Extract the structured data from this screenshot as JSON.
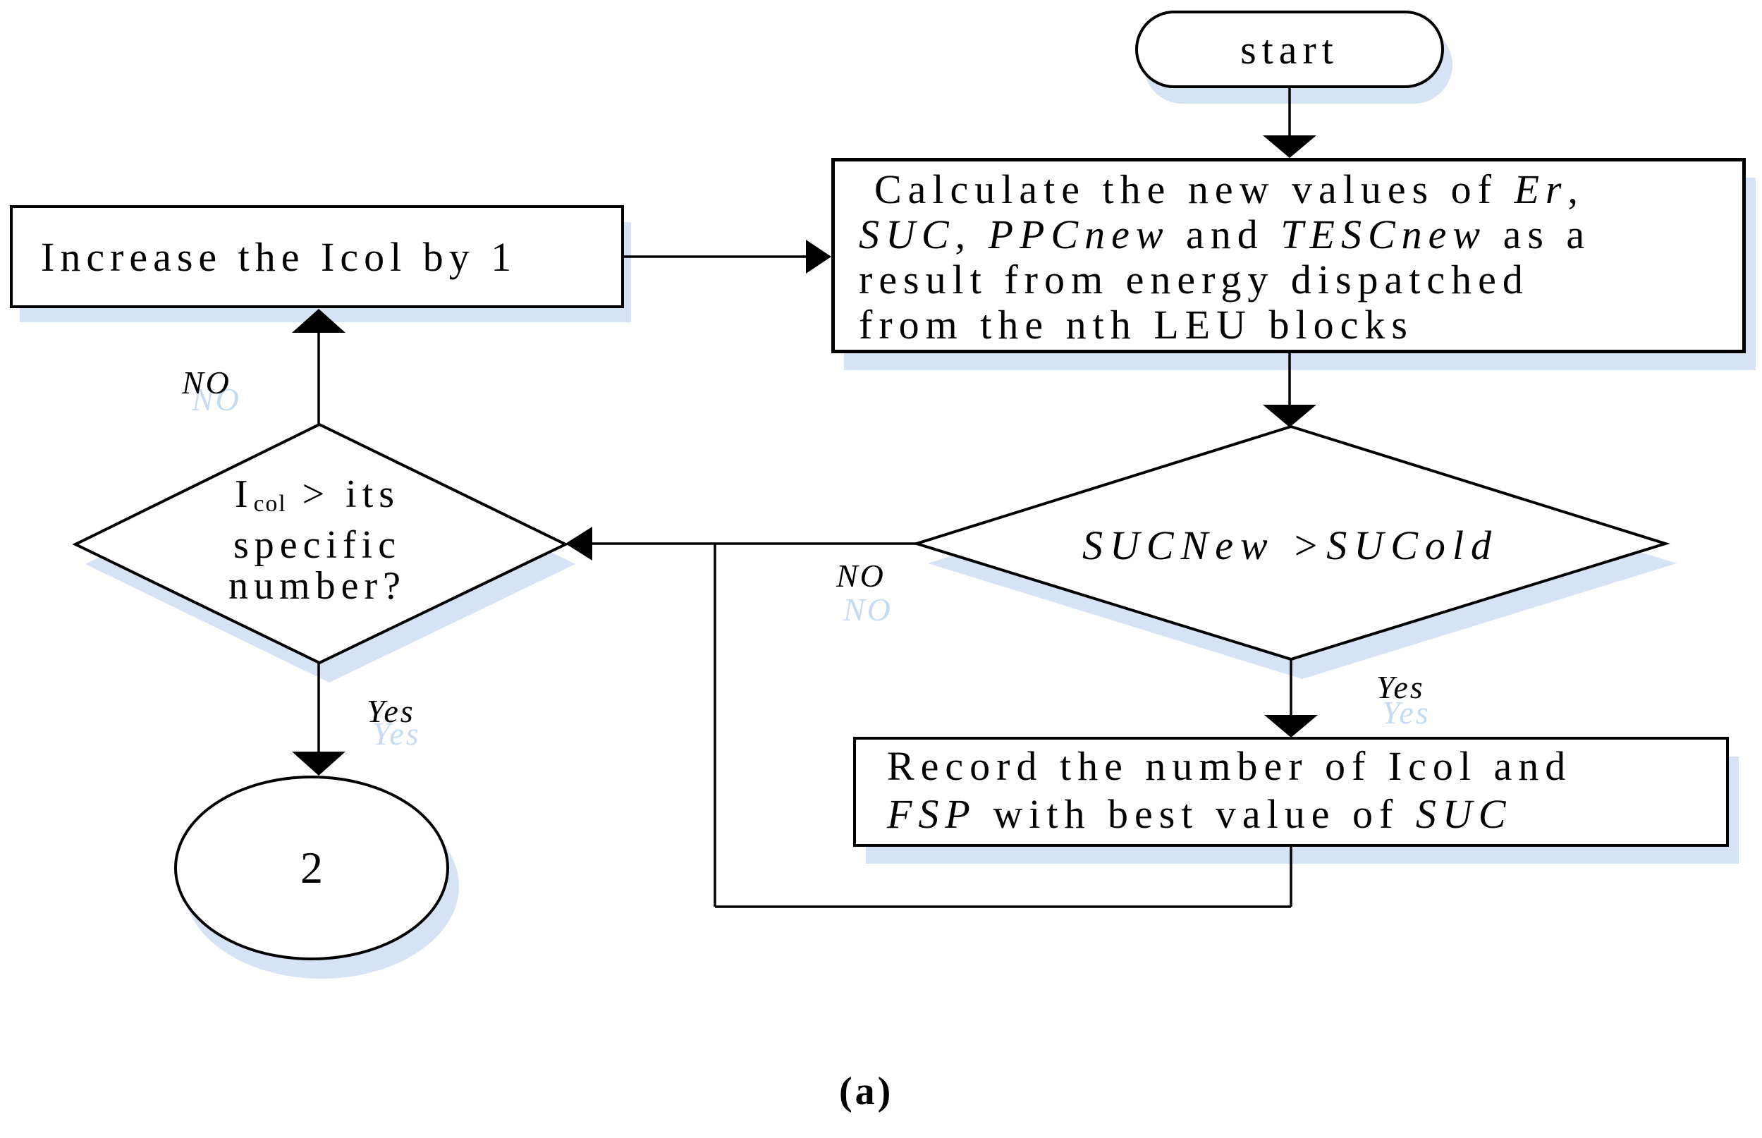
{
  "colors": {
    "stroke": "#000000",
    "shape_shadow": "#d6e3f4",
    "label_shadow": "#c6dbf2",
    "background": "#ffffff"
  },
  "nodes": {
    "start": {
      "label": "start"
    },
    "calculate": {
      "line1_plain": "Calculate the new values of ",
      "line1_italic": "Er",
      "line1_tail": ",",
      "line2_italic1": "SUC, PPCnew",
      "line2_plain1": " and ",
      "line2_italic2": "TESCnew",
      "line2_plain2": " as a",
      "line3": "result from energy dispatched",
      "line4": "from the nth LEU blocks"
    },
    "increase": {
      "label": "Increase the Icol by 1"
    },
    "decision_icol": {
      "line1_base": "I",
      "line1_sub": "col",
      "line1_rest": " > its",
      "line2": "specific",
      "line3": "number?"
    },
    "decision_suc": {
      "label": "SUCNew >SUCold"
    },
    "record": {
      "line1": "Record the number of Icol and",
      "line2_italic1": "FSP",
      "line2_plain": " with best value of ",
      "line2_italic2": "SUC"
    },
    "connector": {
      "label": "2"
    }
  },
  "edge_labels": {
    "no_left": "NO",
    "yes_left": "Yes",
    "no_right": "NO",
    "yes_right": "Yes"
  },
  "caption": "(a)"
}
